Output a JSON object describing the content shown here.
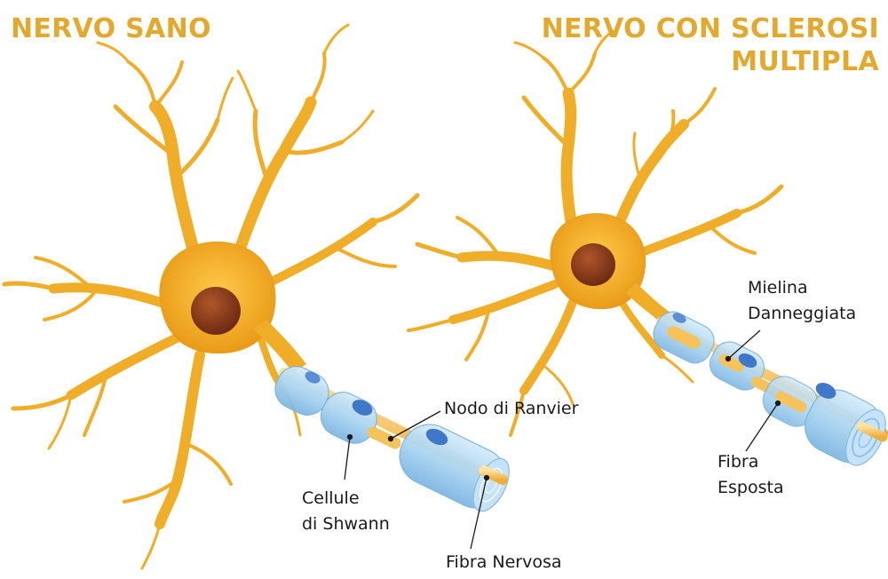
{
  "titles": {
    "left": "NERVO SANO",
    "right": [
      "NERVO CON SCLEROSI",
      "MULTIPLA"
    ]
  },
  "labels": {
    "nodo_ranvier": "Nodo di Ranvier",
    "cellule_shwann": [
      "Cellule",
      "di Shwann"
    ],
    "fibra_nervosa": "Fibra Nervosa",
    "mielina_danneggiata": [
      "Mielina",
      "Danneggiata"
    ],
    "fibra_esposta": [
      "Fibra",
      "Esposta"
    ]
  },
  "colors": {
    "title": "#e3a92e",
    "neuron": "#f0ad27",
    "nucleus": "#8b3b1c",
    "myelin": "#a9d3ef",
    "node_bump": "#3f78c9",
    "axon": "#f6c25a"
  }
}
